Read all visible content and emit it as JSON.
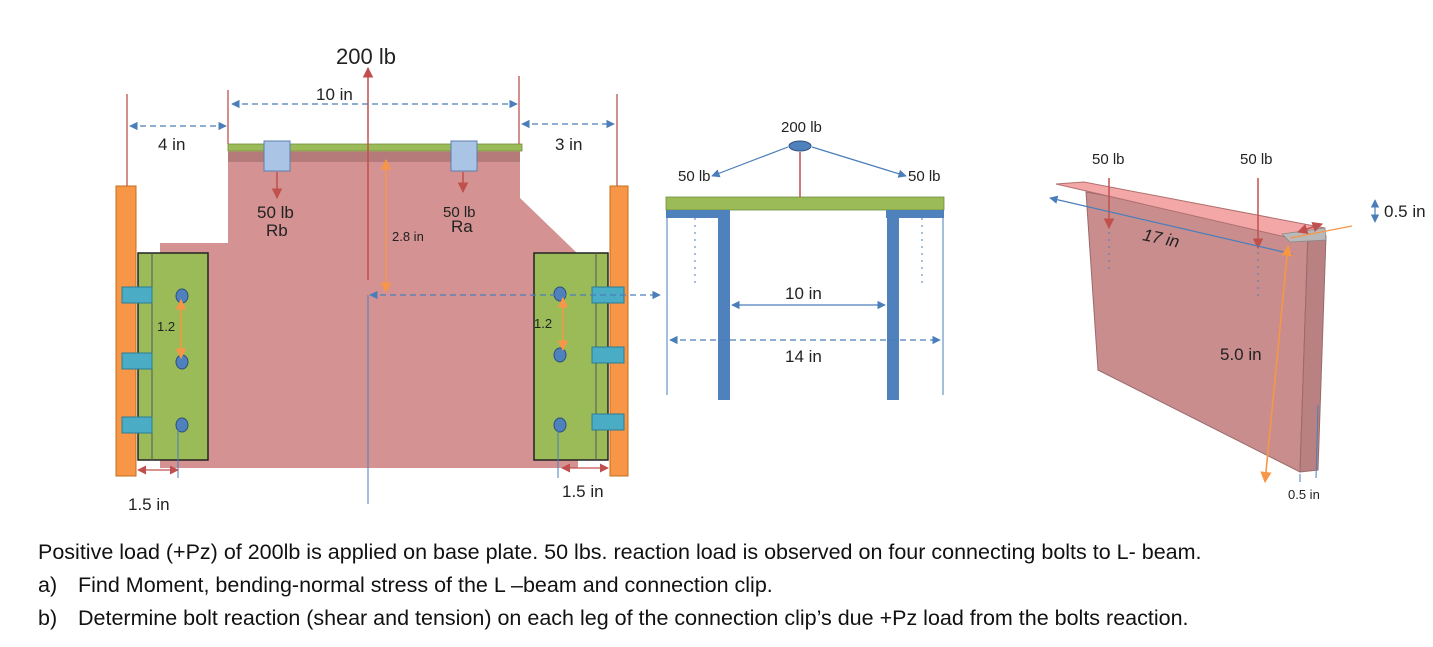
{
  "left_view": {
    "load_top": "200 lb",
    "dim_10in": "10 in",
    "dim_4in": "4 in",
    "dim_3in": "3 in",
    "load_rb_value": "50 lb",
    "load_rb_name": "Rb",
    "load_ra_value": "50 lb",
    "load_ra_name": "Ra",
    "dim_2_8in": "2.8 in",
    "dim_1_2_left": "1.2",
    "dim_1_2_right": "1.2",
    "dim_1_5in_left": "1.5 in",
    "dim_1_5in_right": "1.5 in"
  },
  "middle_view": {
    "load_top": "200 lb",
    "load_left": "50 lb",
    "load_right": "50 lb",
    "dim_10in": "10 in",
    "dim_14in": "14 in"
  },
  "right_view": {
    "load_left": "50 lb",
    "load_right": "50 lb",
    "dim_17in": "17 in",
    "dim_0_5in_top": "0.5 in",
    "dim_5_0in": "5.0 in",
    "dim_0_5in_bottom": "0.5 in"
  },
  "problem": {
    "statement": "Positive load (+Pz) of 200lb is applied on base plate. 50 lbs. reaction load is observed on four connecting bolts to L- beam.",
    "a_label": "a)",
    "a_text": "Find Moment, bending-normal stress of the L –beam and connection clip.",
    "b_label": "b)",
    "b_text": "Determine bolt reaction (shear and tension) on each leg of the connection clip’s due +Pz load from the bolts reaction."
  },
  "colors": {
    "plate": "#d49292",
    "green": "#9bbb59",
    "orange": "#f79646",
    "beam_blue": "#4f81bd",
    "bolt_teal": "#4bacc6",
    "arrow_red": "#c0504d",
    "dim_blue": "#4a7ebb"
  }
}
